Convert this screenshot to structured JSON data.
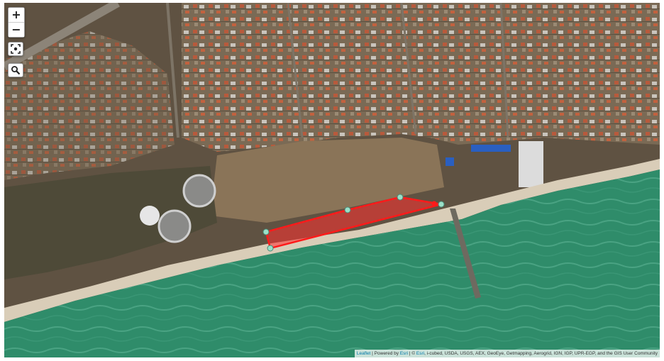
{
  "map": {
    "basemap": "satellite-imagery",
    "colors": {
      "sea": "#2f8c6a",
      "sea_deep": "#1f7a5c",
      "beach": "#d9cdb8",
      "land": "#6b5a45",
      "polygon_stroke": "#ff1a1a",
      "polygon_fill": "#ff3030",
      "vertex_fill": "#9be0c8"
    }
  },
  "controls": {
    "zoom_in_label": "+",
    "zoom_out_label": "−",
    "fit_bounds_icon": "target-icon",
    "search_icon": "search-icon"
  },
  "attribution": {
    "leaflet_label": "Leaflet",
    "powered_by_prefix": " | Powered by ",
    "esri_label": "Esri",
    "separator": " | © ",
    "esri_label_2": "Esri",
    "sources": ", i-cubed, USDA, USGS, AEX, GeoEye, Getmapping, Aerogrid, IGN, IGP, UPR-EGP, and the GIS User Community"
  }
}
